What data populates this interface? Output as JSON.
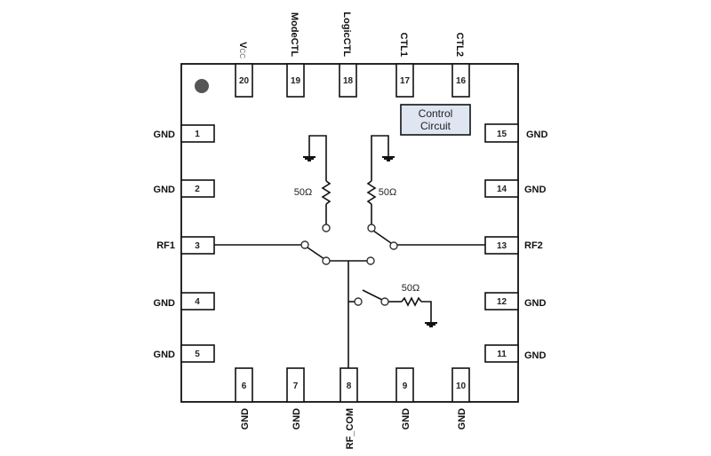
{
  "title": "RF switch IC pin diagram (20-pin package, top view)",
  "colors": {
    "outline": "#111111",
    "control_fill": "#dfe6f2",
    "pin1_dot": "#555555"
  },
  "control_block": {
    "line1": "Control",
    "line2": "Circuit"
  },
  "pins": [
    {
      "num": "1",
      "label": "GND",
      "side": "left"
    },
    {
      "num": "2",
      "label": "GND",
      "side": "left"
    },
    {
      "num": "3",
      "label": "RF1",
      "side": "left"
    },
    {
      "num": "4",
      "label": "GND",
      "side": "left"
    },
    {
      "num": "5",
      "label": "GND",
      "side": "left"
    },
    {
      "num": "6",
      "label": "GND",
      "side": "bottom"
    },
    {
      "num": "7",
      "label": "GND",
      "side": "bottom"
    },
    {
      "num": "8",
      "label": "RF_COM",
      "side": "bottom"
    },
    {
      "num": "9",
      "label": "GND",
      "side": "bottom"
    },
    {
      "num": "10",
      "label": "GND",
      "side": "bottom"
    },
    {
      "num": "11",
      "label": "GND",
      "side": "right"
    },
    {
      "num": "12",
      "label": "GND",
      "side": "right"
    },
    {
      "num": "13",
      "label": "RF2",
      "side": "right"
    },
    {
      "num": "14",
      "label": "GND",
      "side": "right"
    },
    {
      "num": "15",
      "label": "GND",
      "side": "right"
    },
    {
      "num": "16",
      "label": "CTL2",
      "side": "top"
    },
    {
      "num": "17",
      "label": "CTL1",
      "side": "top"
    },
    {
      "num": "18",
      "label": "LogicCTL",
      "side": "top"
    },
    {
      "num": "19",
      "label": "ModeCTL",
      "side": "top"
    },
    {
      "num": "20",
      "label": "V",
      "label_sub": "CC",
      "side": "top"
    }
  ],
  "resistors": [
    {
      "id": "r-rf1-term",
      "label": "50Ω"
    },
    {
      "id": "r-rf2-term",
      "label": "50Ω"
    },
    {
      "id": "r-com-term",
      "label": "50Ω"
    }
  ]
}
